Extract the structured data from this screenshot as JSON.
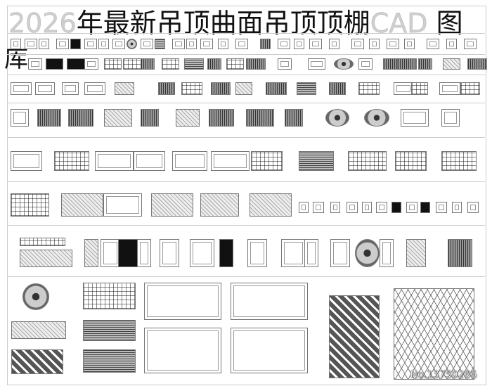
{
  "title": {
    "year": "2026",
    "main": "年最新吊顶曲面吊顶顶棚",
    "cad": "CAD",
    "suffix": "图",
    "last": "库"
  },
  "watermark": "No.13750266"
}
